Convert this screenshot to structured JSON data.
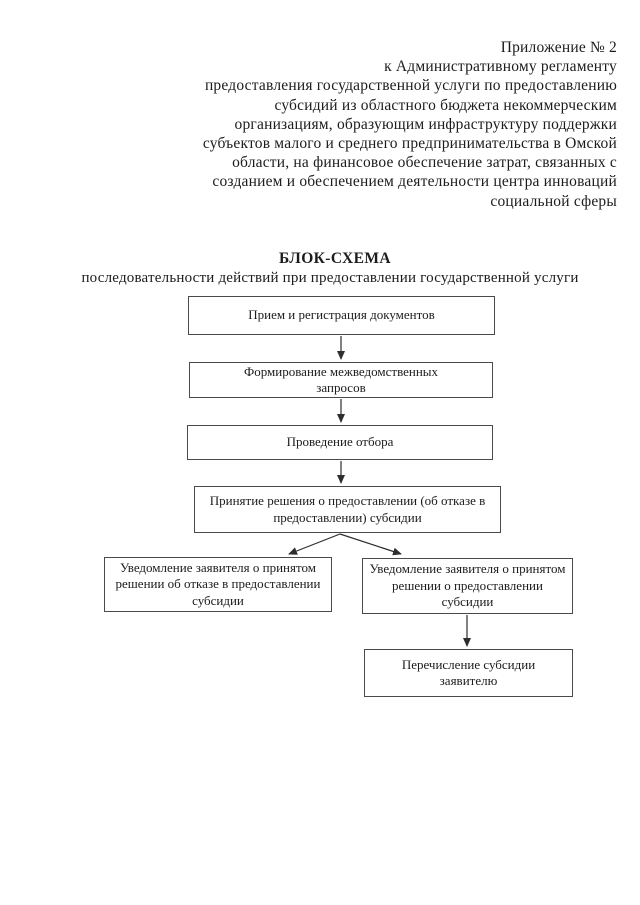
{
  "document": {
    "header_lines": [
      "Приложение № 2",
      "к Административному регламенту",
      "предоставления государственной услуги по предоставлению",
      "субсидий из областного бюджета некоммерческим",
      "организациям, образующим инфраструктуру поддержки",
      "субъектов малого и среднего предпринимательства в Омской",
      "области, на финансовое обеспечение затрат, связанных с",
      "созданием и обеспечением деятельности центра инноваций",
      "социальной сферы"
    ],
    "title": "БЛОК-СХЕМА",
    "subtitle": "последовательности действий при предоставлении государственной услуги"
  },
  "flowchart": {
    "nodes": {
      "reception": {
        "lines": [
          "Прием и регистрация документов"
        ]
      },
      "interagency": {
        "lines": [
          "Формирование межведомственных",
          "запросов"
        ]
      },
      "selection": {
        "lines": [
          "Проведение отбора"
        ]
      },
      "decision": {
        "lines": [
          "Принятие решения о предоставлении (об отказе в",
          "предоставлении) субсидии"
        ]
      },
      "refusal_notice": {
        "lines": [
          "Уведомление заявителя о принятом",
          "решении об отказе в предоставлении",
          "субсидии"
        ]
      },
      "grant_notice": {
        "lines": [
          "Уведомление заявителя о принятом",
          "решении о предоставлении субсидии"
        ]
      },
      "transfer": {
        "lines": [
          "Перечисление субсидии",
          "заявителю"
        ]
      }
    },
    "edges": [
      {
        "from": "reception",
        "to": "interagency"
      },
      {
        "from": "interagency",
        "to": "selection"
      },
      {
        "from": "selection",
        "to": "decision"
      },
      {
        "from": "decision",
        "to": "refusal_notice"
      },
      {
        "from": "decision",
        "to": "grant_notice"
      },
      {
        "from": "grant_notice",
        "to": "transfer"
      }
    ],
    "colors": {
      "line": "#2e2e2e",
      "border": "#4a4a4a",
      "text": "#1c1c1c"
    }
  }
}
